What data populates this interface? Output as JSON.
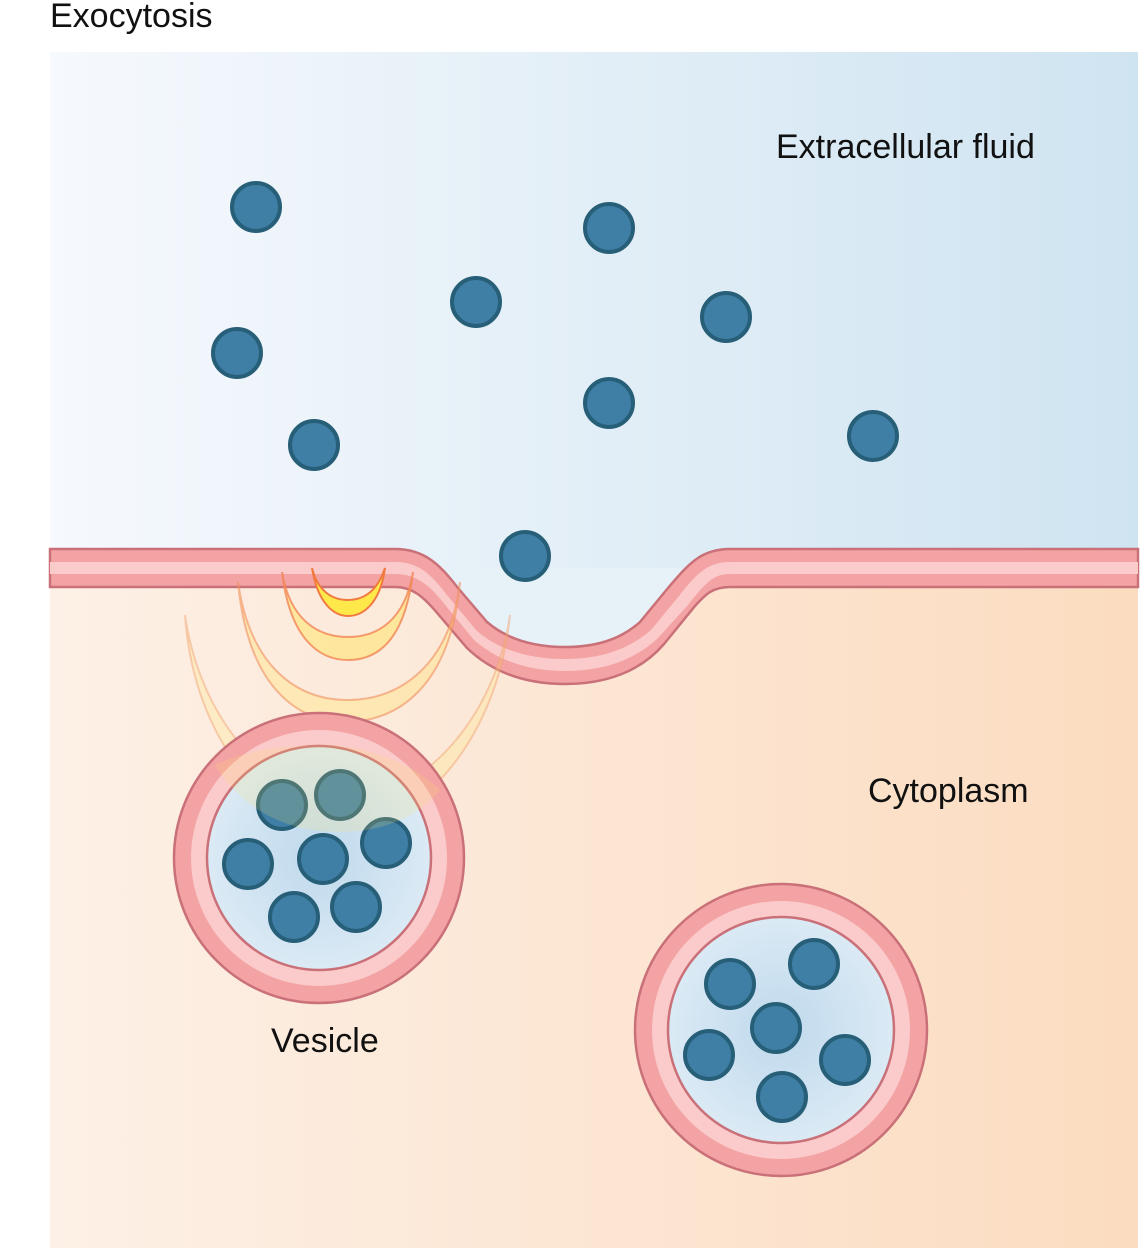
{
  "title": "Exocytosis",
  "labels": {
    "extracellular": "Extracellular fluid",
    "cytoplasm": "Cytoplasm",
    "vesicle": "Vesicle"
  },
  "colors": {
    "molecule_fill": "#3f7fa6",
    "molecule_stroke": "#285f78",
    "membrane_outer": "#f3a3a3",
    "membrane_inner": "#fbcaca",
    "membrane_stroke": "#c97078",
    "extracellular_light": "#f6f9fd",
    "extracellular_dark": "#cfe4f1",
    "cytoplasm_light": "#fdf0e6",
    "cytoplasm_dark": "#fbdcc0",
    "vesicle_lumen": "#cfe3f1",
    "fusion_signal": "#ffe36a"
  }
}
